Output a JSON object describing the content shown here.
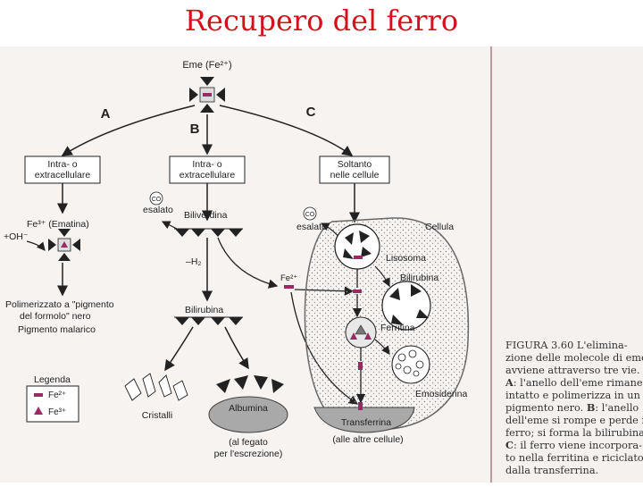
{
  "title": "Recupero del ferro",
  "diagram": {
    "heme": "Eme (Fe²⁺)",
    "pathA": "A",
    "pathB": "B",
    "pathC": "C",
    "boxA": [
      "Intra- o",
      "extracellulare"
    ],
    "boxB": [
      "Intra- o",
      "extracellulare"
    ],
    "boxC": [
      "Soltanto",
      "nelle cellule"
    ],
    "co": "CO",
    "exhaled": "esalato",
    "biliverdin": "Biliverdina",
    "minus_h2": "–H₂",
    "bilirubin": "Bilirubina",
    "crystals": "Cristalli",
    "albumin": "Albumina",
    "albumin_note": [
      "(al fegato",
      "per l'escrezione)"
    ],
    "hematin": "Fe³⁺ (Ematina)",
    "oh": "+OH⁻",
    "polymerized": [
      "Polimerizzato a \"pigmento",
      "del formolo\" nero"
    ],
    "malaria_pigment": "Pigmento malarico",
    "fe2": "Fe²⁺",
    "cell": "Cellula",
    "lysosome": "Lisosoma",
    "cell_bilirubin": "Bilirubina",
    "ferritin": "Ferritina",
    "hemosiderin": "Emosiderina",
    "transferrin": "Transferrina",
    "transferrin_note": "(alle altre cellule)",
    "legend_title": "Legenda",
    "legend_fe2": "Fe²⁺",
    "legend_fe3": "Fe³⁺"
  },
  "caption": {
    "figure_label": "FIGURA 3.60",
    "lines": [
      {
        "b": "",
        "t": "L'elimina-"
      },
      {
        "b": "",
        "t": "zione delle molecole di eme"
      },
      {
        "b": "",
        "t": "avviene attraverso tre vie."
      },
      {
        "b": "A",
        "t": ": l'anello dell'eme rimane"
      },
      {
        "b": "",
        "t": "intatto e polimerizza in un"
      },
      {
        "b": "",
        "t": "pigmento nero. "
      },
      {
        "b": "",
        "t": "dell'eme si rompe e perde il"
      },
      {
        "b": "",
        "t": "ferro; si forma la bilirubina."
      },
      {
        "b": "C",
        "t": ": il ferro viene incorpora-"
      },
      {
        "b": "",
        "t": "to nella ferritina e riciclato"
      },
      {
        "b": "",
        "t": "dalla transferrina."
      }
    ],
    "line6_bold": "B",
    "line6_rest": ": l'anello"
  },
  "colors": {
    "title": "#d4101c",
    "paper": "#f4f1ee",
    "fe2_marker": "#9a2a62",
    "cell_border": "#6a6a6a",
    "dark": "#222222"
  }
}
